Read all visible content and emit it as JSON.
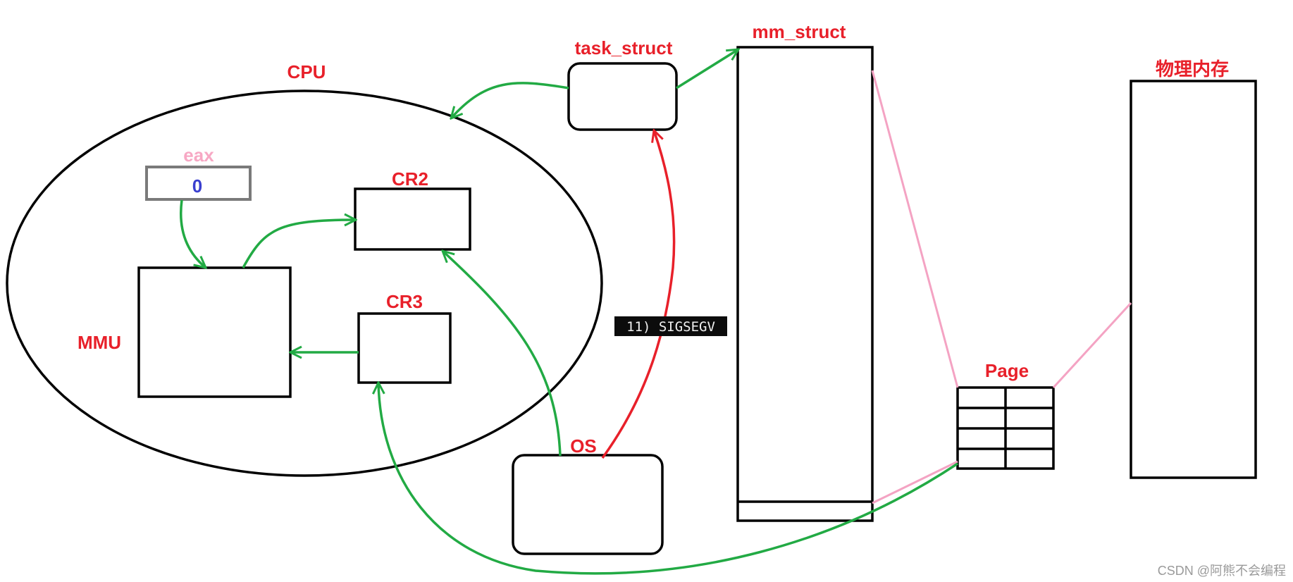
{
  "labels": {
    "cpu": "CPU",
    "eax": "eax",
    "eax_value": "0",
    "cr2": "CR2",
    "cr3": "CR3",
    "mmu": "MMU",
    "task_struct": "task_struct",
    "mm_struct": "mm_struct",
    "os": "OS",
    "signal": "11) SIGSEGV",
    "page": "Page",
    "physical_memory": "物理内存",
    "watermark": "CSDN @阿熊不会编程"
  },
  "colors": {
    "label_red": "#e8202a",
    "eax_pink": "#f7a8c4",
    "value_blue": "#3a3fcf",
    "arrow_green": "#22aa44",
    "arrow_red": "#e8202a",
    "link_pink": "#f4a3c3",
    "outline": "#000000",
    "register_gray": "#7a7a7a",
    "signal_bg": "#0c0c0c",
    "signal_fg": "#f0f0f0",
    "watermark": "#9a9a9a"
  }
}
